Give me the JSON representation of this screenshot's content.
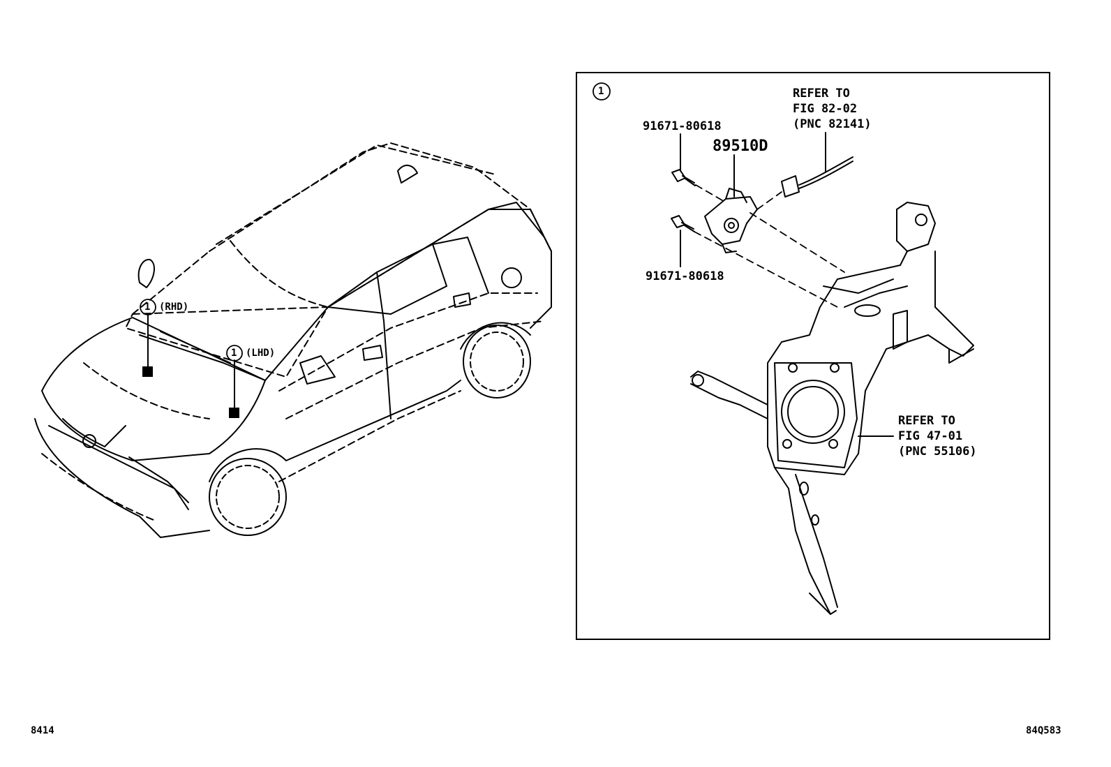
{
  "overview": {
    "callout_rhd": {
      "number": "1",
      "note": "(RHD)"
    },
    "callout_lhd": {
      "number": "1",
      "note": "(LHD)"
    }
  },
  "detail": {
    "callout_number": "1",
    "bolt_upper": "91671-80618",
    "bolt_lower": "91671-80618",
    "sensor_part": "89510D",
    "ref_harness": [
      "REFER TO",
      "FIG 82-02",
      "(PNC 82141)"
    ],
    "ref_bracket": [
      "REFER TO",
      "FIG 47-01",
      "(PNC 55106)"
    ]
  },
  "footer": {
    "left_code": "8414",
    "right_code": "84Q583"
  }
}
